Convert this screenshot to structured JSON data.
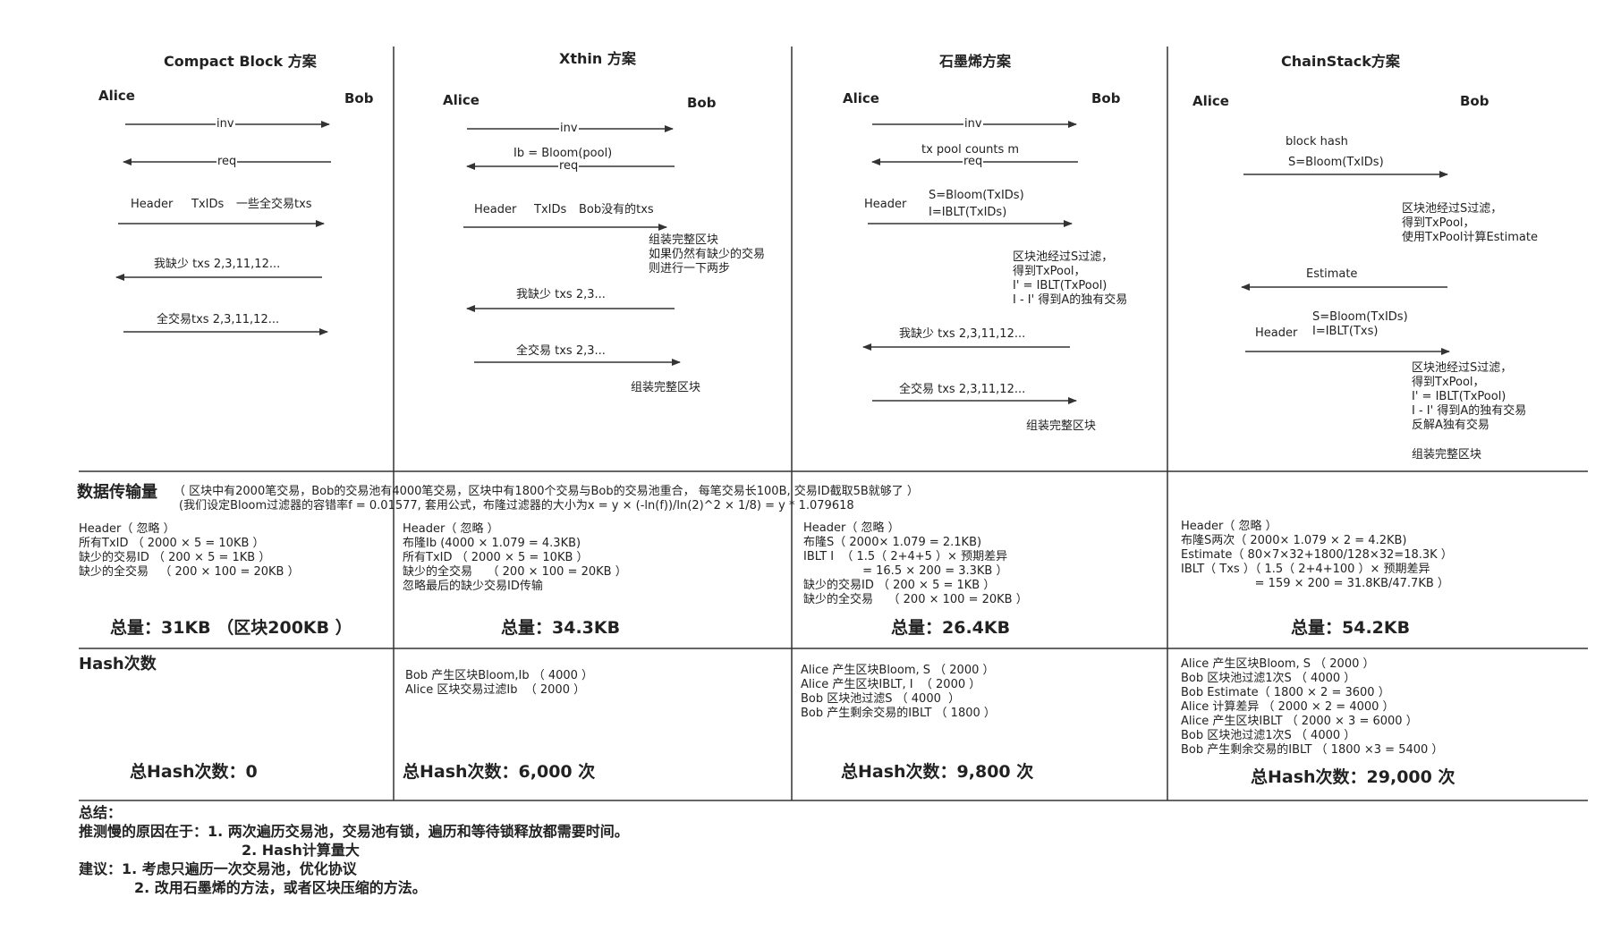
{
  "columns": [
    {
      "title": "Compact Block 方案",
      "alice": "Alice",
      "bob": "Bob"
    },
    {
      "title": "Xthin 方案",
      "alice": "Alice",
      "bob": "Bob"
    },
    {
      "title": "石墨烯方案",
      "alice": "Alice",
      "bob": "Bob"
    },
    {
      "title": "ChainStack方案",
      "alice": "Alice",
      "bob": "Bob"
    }
  ],
  "flows": {
    "cb": {
      "inv": "inv",
      "req": "req",
      "header": "Header",
      "txids": "TxIDs",
      "some_txs": "一些全交易txs",
      "missing": "我缺少 txs 2,3,11,12...",
      "full": "全交易txs 2,3,11,12..."
    },
    "xthin": {
      "inv": "inv",
      "bloom": "Ib = Bloom(pool)",
      "req": "req",
      "header": "Header",
      "txids": "TxIDs",
      "bob_missing_txs": "Bob没有的txs",
      "assemble_note": "组装完整区块\n如果仍然有缺少的交易\n则进行一下两步",
      "missing": "我缺少 txs 2,3...",
      "full": "全交易 txs 2,3...",
      "assemble": "组装完整区块"
    },
    "graphene": {
      "inv": "inv",
      "pool_counts": "tx pool counts m",
      "req": "req",
      "header": "Header",
      "bloom": "S=Bloom(TxIDs)",
      "iblt": "I=IBLT(TxIDs)",
      "filter_note": "区块池经过S过滤，\n得到TxPool，\nI' = IBLT(TxPool)\nI - I' 得到A的独有交易",
      "missing": "我缺少 txs 2,3,11,12...",
      "full": "全交易 txs 2,3,11,12...",
      "assemble": "组装完整区块"
    },
    "chainstack": {
      "block_hash": "block hash",
      "bloom": "S=Bloom(TxIDs)",
      "estimate_note": "区块池经过S过滤，\n得到TxPool，\n使用TxPool计算Estimate",
      "estimate": "Estimate",
      "bloom2": "S=Bloom(TxIDs)",
      "iblt": "I=IBLT(Txs)",
      "header": "Header",
      "filter_note": "区块池经过S过滤，\n得到TxPool，\nI' = IBLT(TxPool)\nI - I' 得到A的独有交易\n反解A独有交易",
      "assemble": "组装完整区块"
    }
  },
  "data_section": {
    "label": "数据传输量",
    "assumption1": "（ 区块中有2000笔交易，Bob的交易池有4000笔交易，区块中有1800个交易与Bob的交易池重合， 每笔交易长100B, 交易ID截取5B就够了 ）",
    "assumption2": "(我们设定Bloom过滤器的容错率f = 0.01577, 套用公式，布隆过滤器的大小为x = y × (-ln(f))/ln(2)^2  × 1/8) = y * 1.079618",
    "details": [
      "Header（ 忽略 ）\n所有TxID （ 2000 × 5 = 10KB ）\n缺少的交易ID （ 200 × 5 = 1KB ）\n缺少的全交易   （ 200 × 100 = 20KB ）",
      "Header（ 忽略 ）\n布隆Ib (4000 × 1.079 = 4.3KB)\n所有TxID （ 2000 × 5 = 10KB ）\n缺少的全交易    （ 200 × 100 = 20KB ）\n忽略最后的缺少交易ID传输",
      "Header（ 忽略 ）\n布隆S（ 2000× 1.079 = 2.1KB)\nIBLT I  （ 1.5（ 2+4+5 ）× 预期差异\n                = 16.5 × 200 = 3.3KB ）\n缺少的交易ID （ 200 × 5 = 1KB ）\n缺少的全交易    （ 200 × 100 = 20KB ）",
      "Header（ 忽略 ）\n布隆S两次（ 2000× 1.079 × 2 = 4.2KB)\nEstimate（ 80×7×32+1800/128×32=18.3K ）\nIBLT（ Txs ）（ 1.5（ 2+4+100 ）× 预期差异\n                    = 159 × 200 = 31.8KB/47.7KB ）"
    ],
    "totals": [
      "总量：31KB （区块200KB ）",
      "总量：34.3KB",
      "总量：26.4KB",
      "总量：54.2KB"
    ]
  },
  "hash_section": {
    "label": "Hash次数",
    "details": [
      "",
      "Bob 产生区块Bloom,Ib （ 4000 ）\nAlice 区块交易过滤Ib  （ 2000 ）",
      "Alice 产生区块Bloom, S （ 2000 ）\nAlice 产生区块IBLT, I  （ 2000 ）\nBob 区块池过滤S （ 4000  ）\nBob 产生剩余交易的IBLT （ 1800 ）",
      "Alice 产生区块Bloom, S （ 2000 ）\nBob 区块池过滤1次S （ 4000 ）\nBob Estimate（ 1800 × 2 = 3600 ）\nAlice 计算差异 （ 2000 × 2 = 4000 ）\nAlice 产生区块IBLT （ 2000 × 3 = 6000 ）\nBob 区块池过滤1次S （ 4000 ）\nBob 产生剩余交易的IBLT （ 1800 ×3 = 5400 ）"
    ],
    "totals": [
      "总Hash次数：0",
      "总Hash次数：6,000 次",
      "总Hash次数：9,800 次",
      "总Hash次数：29,000 次"
    ]
  },
  "summary": {
    "heading": "总结：",
    "reason": "推测慢的原因在于：1. 两次遍历交易池，交易池有锁，遍历和等待锁释放都需要时间。",
    "reason2": "2. Hash计算量大",
    "advice": "建议：1. 考虑只遍历一次交易池，优化协议",
    "advice2": "2. 改用石墨烯的方法，或者区块压缩的方法。"
  },
  "colors": {
    "line": "#333333",
    "text": "#222222"
  }
}
